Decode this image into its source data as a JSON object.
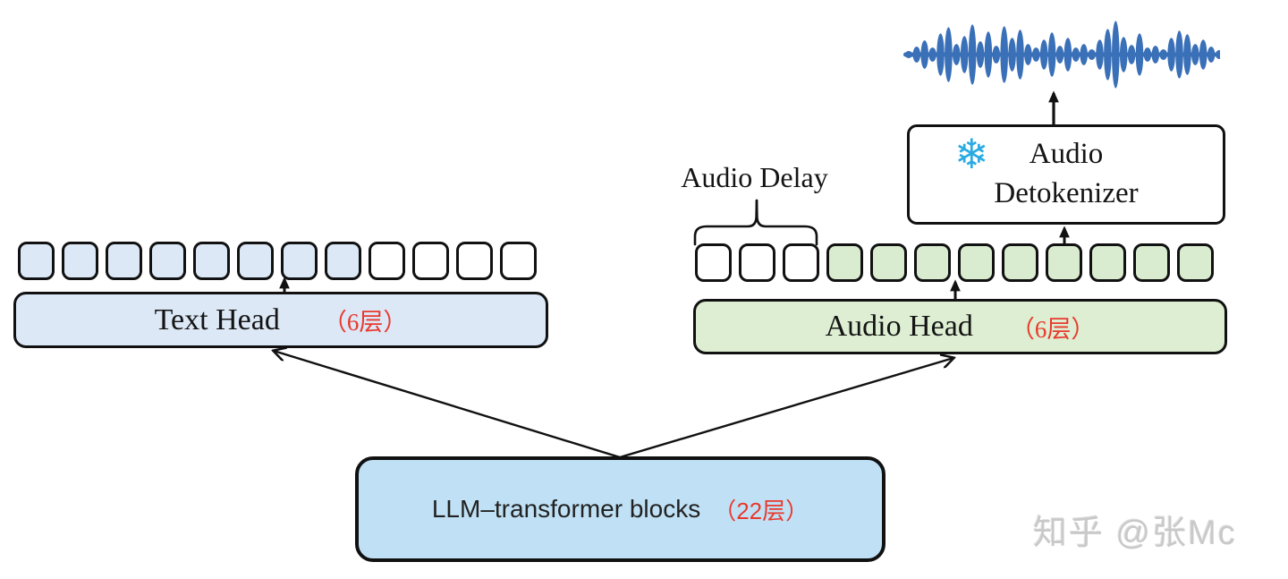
{
  "colors": {
    "text_head_fill": "#dce8f6",
    "audio_head_fill": "#ddeed2",
    "llm_fill": "#c0e1f5",
    "token_blue": "#dce8f6",
    "token_green": "#d9ecd0",
    "red_label": "#e8392e",
    "waveform_blue": "#3a70b8",
    "snowflake_blue": "#29abe2"
  },
  "blocks": {
    "text_head": {
      "label": "Text Head",
      "layers": "（6层）"
    },
    "audio_head": {
      "label": "Audio Head",
      "layers": "（6层）"
    },
    "llm": {
      "label": "LLM–transformer blocks",
      "layers": "（22层）"
    },
    "detokenizer": {
      "line1": "Audio",
      "line2": "Detokenizer"
    }
  },
  "annotations": {
    "audio_delay": "Audio Delay",
    "watermark": "知乎 @张Mc"
  },
  "icons": {
    "snowflake_glyph": "❄",
    "snowflake_name": "snowflake-icon",
    "waveform_name": "audio-waveform-icon"
  },
  "tokens": {
    "text_row": {
      "count": 12,
      "filled_leading": 8
    },
    "audio_row": {
      "count": 12,
      "empty_leading": 3
    }
  }
}
